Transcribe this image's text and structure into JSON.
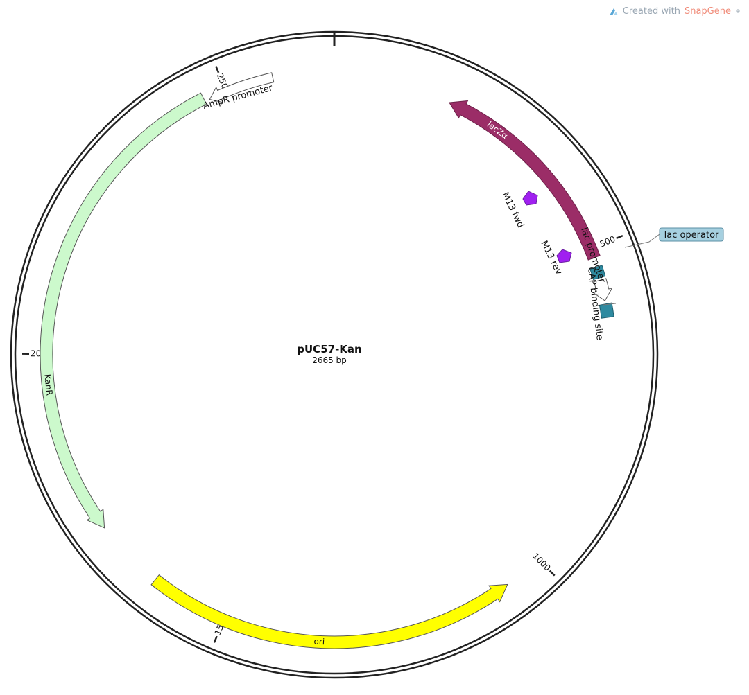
{
  "watermark": {
    "prefix": "Created with ",
    "brand": "SnapGene",
    "mark": "®"
  },
  "plasmid": {
    "name": "pUC57-Kan",
    "size_label": "2665 bp",
    "length_bp": 2665
  },
  "ticks": [
    {
      "bp": 500,
      "label": "500"
    },
    {
      "bp": 1000,
      "label": "1000"
    },
    {
      "bp": 1500,
      "label": "1500"
    },
    {
      "bp": 2000,
      "label": "2000"
    },
    {
      "bp": 2500,
      "label": "2500"
    }
  ],
  "features": [
    {
      "id": "lacza",
      "label": "lacZα",
      "start_deg": 24.5,
      "end_deg": 69.5,
      "direction": "reverse",
      "color": "#9b2d67"
    },
    {
      "id": "ori",
      "label": "ori",
      "start_deg": 143,
      "end_deg": 218.5,
      "direction": "reverse",
      "color": "#ffff00"
    },
    {
      "id": "kanr",
      "label": "KanR",
      "start_deg": 233,
      "end_deg": 333,
      "direction": "reverse",
      "color": "#ccf9cc"
    },
    {
      "id": "ampr-promoter",
      "label": "AmpR promoter",
      "start_deg": 334,
      "end_deg": 347.5,
      "direction": "reverse",
      "color": "#ffffff"
    },
    {
      "id": "lac-operator",
      "label": "lac operator",
      "start_deg": 71.5,
      "end_deg": 73.8,
      "direction": "none",
      "color": "#2e8aa0"
    },
    {
      "id": "lac-promoter",
      "label": "lac promoter",
      "start_deg": 74.3,
      "end_deg": 78.7,
      "direction": "forward",
      "color": "#ffffff"
    },
    {
      "id": "cap-binding-site",
      "label": "CAP binding site",
      "start_deg": 79.4,
      "end_deg": 82.2,
      "direction": "none",
      "color": "#2e8aa0"
    }
  ],
  "primers": [
    {
      "id": "m13-fwd",
      "label": "M13 fwd",
      "color": "#a020f0"
    },
    {
      "id": "m13-rev",
      "label": "M13 rev",
      "color": "#a020f0"
    }
  ]
}
